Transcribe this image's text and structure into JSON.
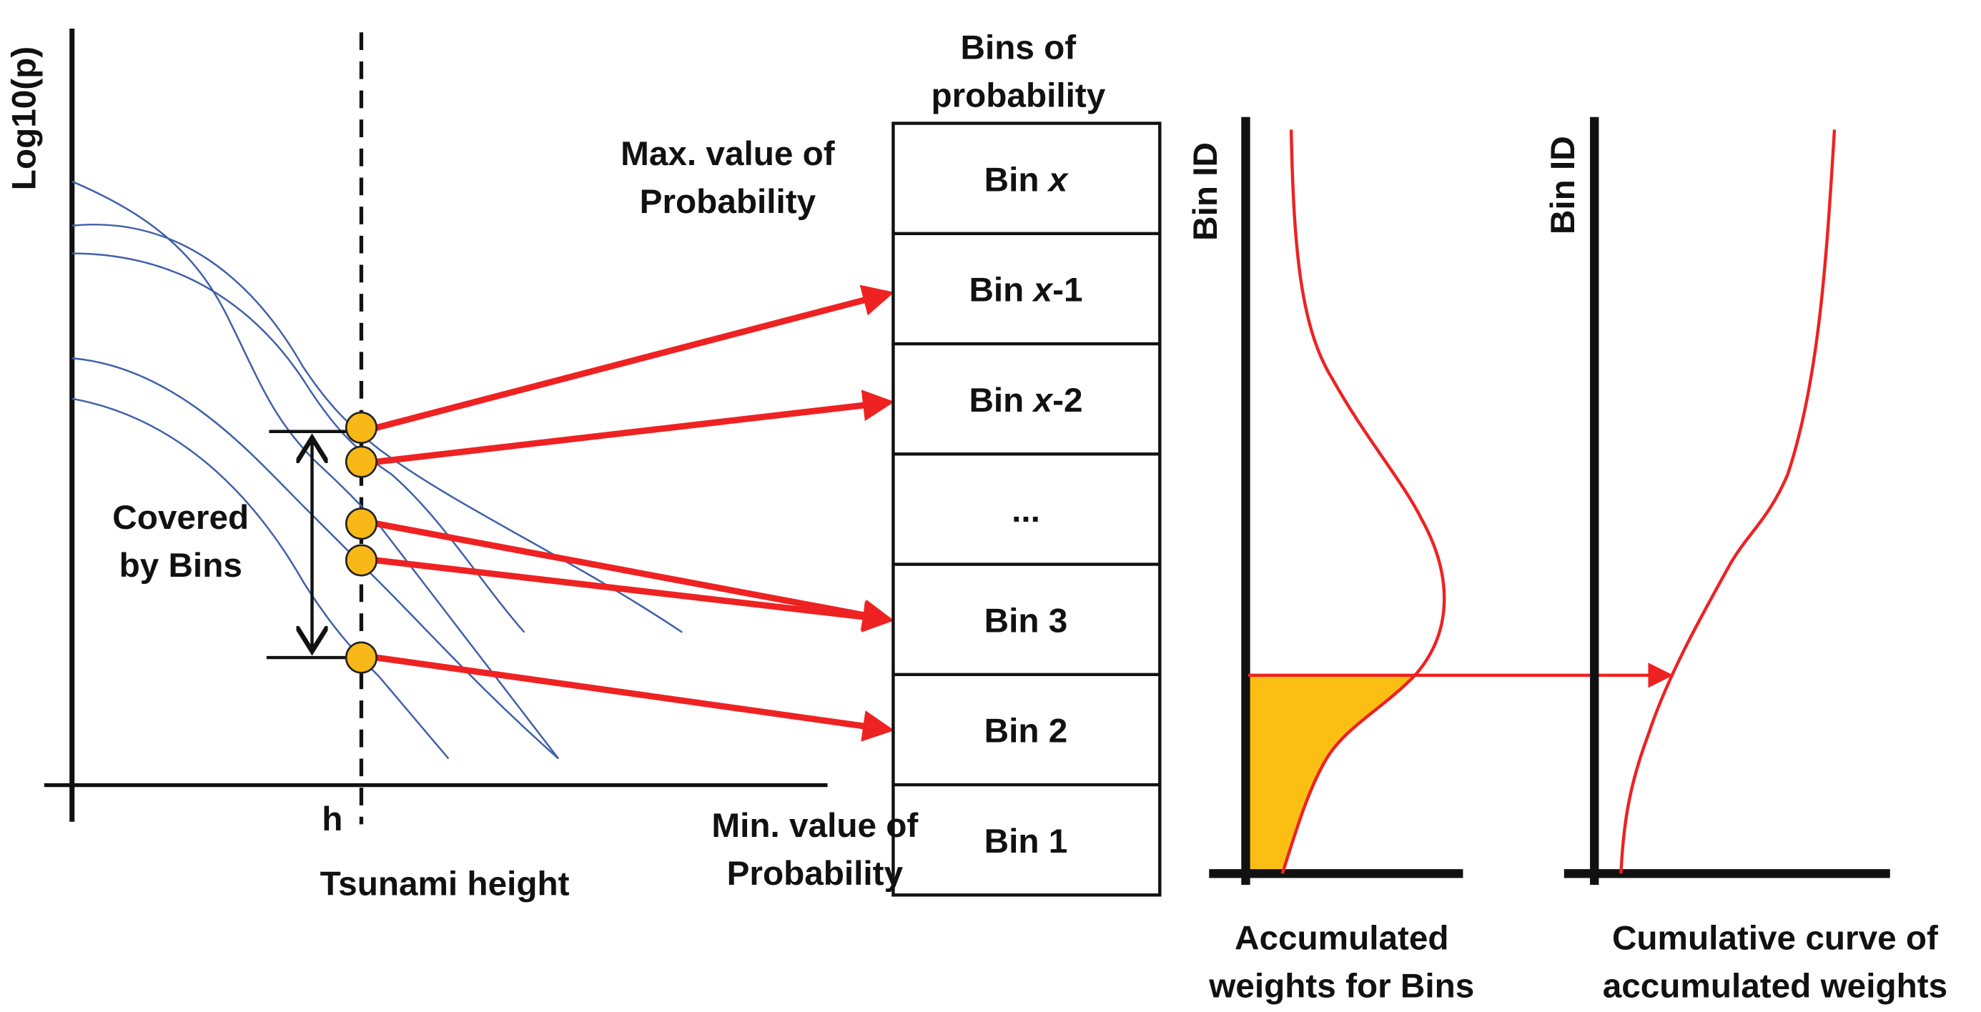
{
  "left_panel": {
    "y_axis_label": "Log10(p)",
    "x_axis_label": "Tsunami height",
    "h_tick": "h",
    "covered_line1": "Covered",
    "covered_line2": "by Bins",
    "max_line1": "Max. value of",
    "max_line2": "Probability",
    "min_line1": "Min. value of",
    "min_line2": "Probability"
  },
  "bins_table": {
    "title_line1": "Bins of",
    "title_line2": "probability",
    "bins": [
      {
        "prefix": "Bin ",
        "var": "x",
        "suffix": ""
      },
      {
        "prefix": "Bin ",
        "var": "x",
        "suffix": "-1"
      },
      {
        "prefix": "Bin ",
        "var": "x",
        "suffix": "-2"
      },
      {
        "prefix": "",
        "var": "",
        "suffix": "..."
      },
      {
        "prefix": "Bin 3",
        "var": "",
        "suffix": ""
      },
      {
        "prefix": "Bin 2",
        "var": "",
        "suffix": ""
      },
      {
        "prefix": "Bin 1",
        "var": "",
        "suffix": ""
      }
    ]
  },
  "accumulated_panel": {
    "y_axis_label": "Bin ID",
    "caption_line1": "Accumulated",
    "caption_line2": "weights for Bins"
  },
  "cumulative_panel": {
    "y_axis_label": "Bin ID",
    "caption_line1": "Cumulative curve of",
    "caption_line2": "accumulated weights"
  },
  "colors": {
    "curve": "#3f5fa8",
    "arrow": "#ee2222",
    "dot": "#f8b818",
    "fill": "#fbbf14"
  }
}
